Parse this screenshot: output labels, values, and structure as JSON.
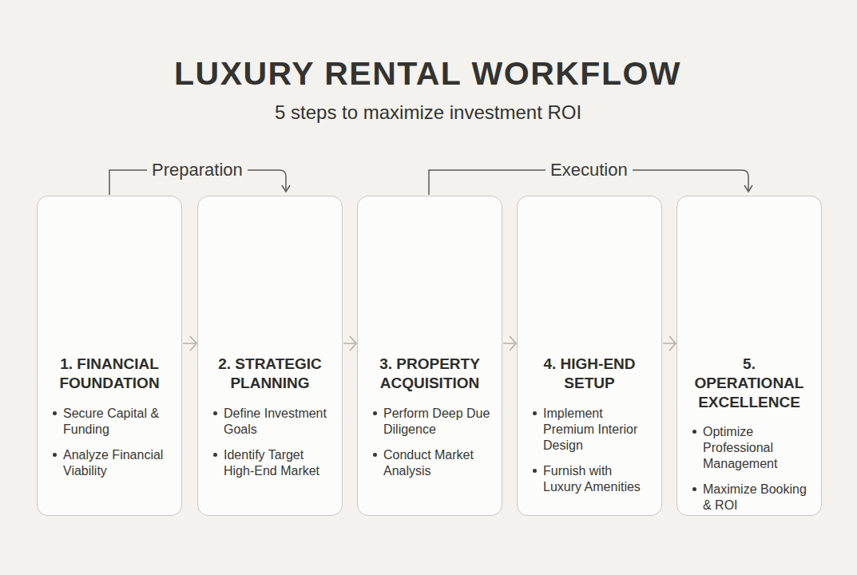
{
  "diagram": {
    "title": "LUXURY RENTAL WORKFLOW",
    "nodes": [
      {
        "text": [
          "1. FINANCIAL FOUNDATION",
          "Secure Capital & Funding",
          "Analyze Financial Viability"
        ]
      },
      {
        "text": [
          "2. STRATEGIC PLANNING",
          "Define Investment Goals",
          "Identify Target High-End Market"
        ]
      },
      {
        "text": [
          "3. PROPERTY ACQUISITION",
          "Perform Deep Due Diligence",
          "Conduct Market Analysis"
        ]
      },
      {
        "text": [
          "4. HIGH-END SETUP",
          "Implement Premium Interior Design",
          "Furnish with Luxury Amenities"
        ]
      },
      {
        "text": [
          "5. OPERATIONAL EXCELLENCE",
          "Optimize Professional Management",
          "Maximize Booking & ROI"
        ]
      }
    ],
    "edges": [
      {
        "from": 0,
        "to": 1,
        "arrow": "to"
      },
      {
        "from": 1,
        "to": 2,
        "arrow": "to"
      },
      {
        "from": 2,
        "to": 3,
        "arrow": "to"
      },
      {
        "from": 3,
        "to": 4,
        "arrow": "to"
      }
    ],
    "labels": [
      "5 steps to maximize investment ROI",
      "Preparation",
      "Execution"
    ]
  }
}
